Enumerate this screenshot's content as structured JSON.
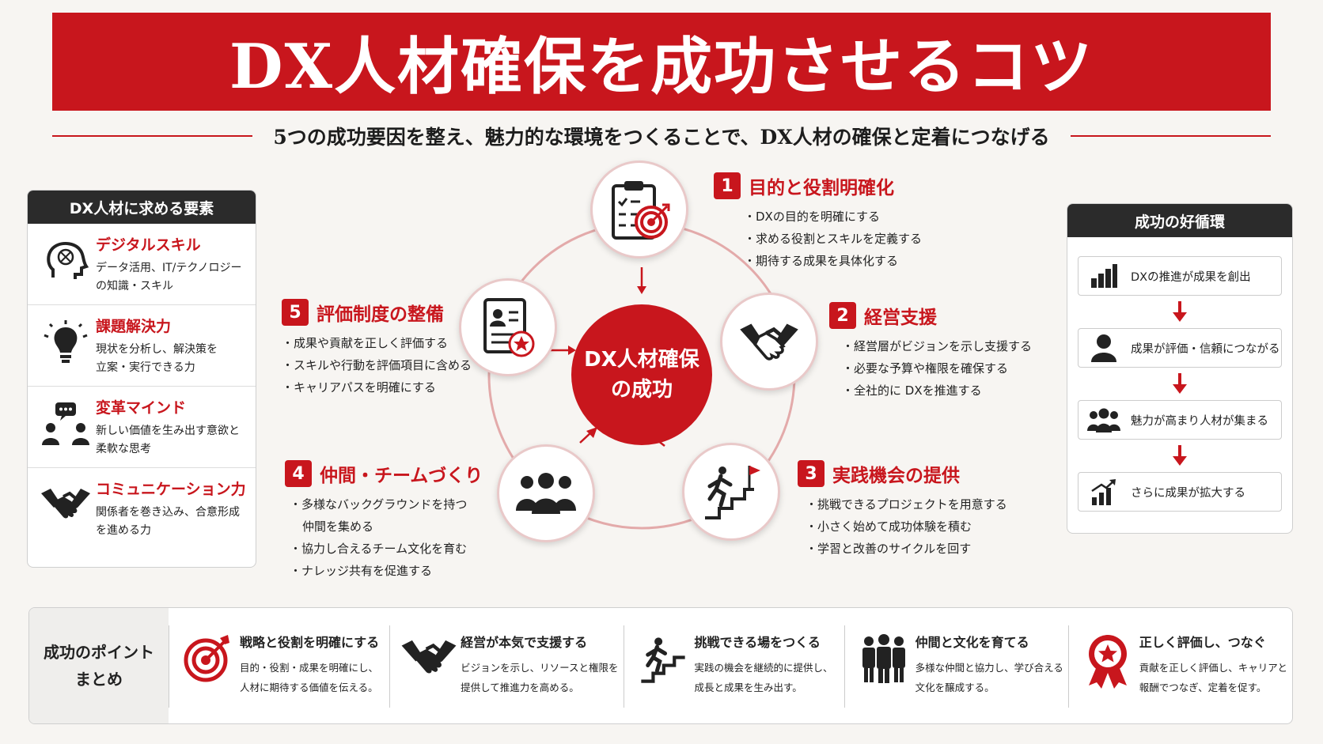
{
  "header": {
    "title": "DX人材確保を成功させるコツ",
    "subtitle": "5つの成功要因を整え、魅力的な環境をつくることで、DX人材の確保と定着につなげる"
  },
  "left_panel": {
    "title": "DX人材に求める要素",
    "items": [
      {
        "title": "デジタルスキル",
        "line1": "データ活用、IT/テクノロジー",
        "line2": "の知識・スキル"
      },
      {
        "title": "課題解決力",
        "line1": "現状を分析し、解決策を",
        "line2": "立案・実行できる力"
      },
      {
        "title": "変革マインド",
        "line1": "新しい価値を生み出す意欲と",
        "line2": "柔軟な思考"
      },
      {
        "title": "コミュニケーション力",
        "line1": "関係者を巻き込み、合意形成",
        "line2": "を進める力"
      }
    ]
  },
  "center": {
    "core_line1": "DX人材確保",
    "core_line2": "の成功"
  },
  "factors": [
    {
      "num": "1",
      "title": "目的と役割明確化",
      "bullets": [
        "・DXの目的を明確にする",
        "・求める役割とスキルを定義する",
        "・期待する成果を具体化する"
      ]
    },
    {
      "num": "2",
      "title": "経営支援",
      "bullets": [
        "・経営層がビジョンを示し支援する",
        "・必要な予算や権限を確保する",
        "・全社的に DXを推進する"
      ]
    },
    {
      "num": "3",
      "title": "実践機会の提供",
      "bullets": [
        "・挑戦できるプロジェクトを用意する",
        "・小さく始めて成功体験を積む",
        "・学習と改善のサイクルを回す"
      ]
    },
    {
      "num": "4",
      "title": "仲間・チームづくり",
      "bullets": [
        "・多様なバックグラウンドを持つ",
        "仲間を集める",
        "・協力し合えるチーム文化を育む",
        "・ナレッジ共有を促進する"
      ]
    },
    {
      "num": "5",
      "title": "評価制度の整備",
      "bullets": [
        "・成果や貢献を正しく評価する",
        "・スキルや行動を評価項目に含める",
        "・キャリアパスを明確にする"
      ]
    }
  ],
  "right_panel": {
    "title": "成功の好循環",
    "steps": [
      "DXの推進が成果を創出",
      "成果が評価・信頼につながる",
      "魅力が高まり人材が集まる",
      "さらに成果が拡大する"
    ]
  },
  "summary": {
    "label_line1": "成功のポイント",
    "label_line2": "まとめ",
    "items": [
      {
        "title": "戦略と役割を明確にする",
        "line1": "目的・役割・成果を明確にし、",
        "line2": "人材に期待する価値を伝える。"
      },
      {
        "title": "経営が本気で支援する",
        "line1": "ビジョンを示し、リソースと権限を",
        "line2": "提供して推進力を高める。"
      },
      {
        "title": "挑戦できる場をつくる",
        "line1": "実践の機会を継続的に提供し、",
        "line2": "成長と成果を生み出す。"
      },
      {
        "title": "仲間と文化を育てる",
        "line1": "多様な仲間と協力し、学び合える",
        "line2": "文化を醸成する。"
      },
      {
        "title": "正しく評価し、つなぐ",
        "line1": "貢献を正しく評価し、キャリアと",
        "line2": "報酬でつなぎ、定着を促す。"
      }
    ]
  },
  "colors": {
    "accent": "#c8161d",
    "dark": "#2b2b2b"
  }
}
